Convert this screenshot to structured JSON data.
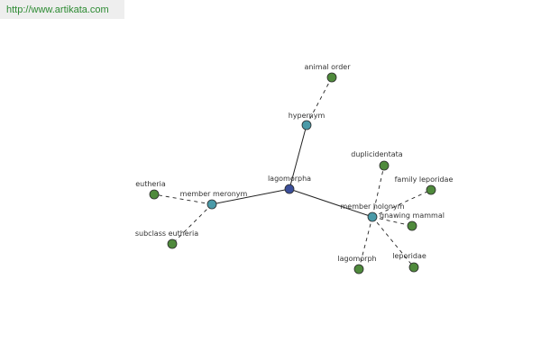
{
  "header": {
    "url": "http://www.artikata.com"
  },
  "colors": {
    "center": "#3b4f9a",
    "relation": "#4a9aa8",
    "leaf": "#4f8a3c",
    "edge": "#222222",
    "url": "#2c8a32"
  },
  "graph": {
    "nodes": [
      {
        "id": "lagomorpha",
        "label": "lagomorpha",
        "kind": "center"
      },
      {
        "id": "hypernym",
        "label": "hypernym",
        "kind": "relation"
      },
      {
        "id": "member-meronym",
        "label": "member meronym",
        "kind": "relation"
      },
      {
        "id": "member-holonym",
        "label": "member holonym",
        "kind": "relation"
      },
      {
        "id": "animal-order",
        "label": "animal order",
        "kind": "leaf"
      },
      {
        "id": "eutheria",
        "label": "eutheria",
        "kind": "leaf"
      },
      {
        "id": "subclass-eutheria",
        "label": "subclass eutheria",
        "kind": "leaf"
      },
      {
        "id": "duplicidentata",
        "label": "duplicidentata",
        "kind": "leaf"
      },
      {
        "id": "family-leporidae",
        "label": "family leporidae",
        "kind": "leaf"
      },
      {
        "id": "gnawing-mammal",
        "label": "gnawing mammal",
        "kind": "leaf"
      },
      {
        "id": "lagomorph",
        "label": "lagomorph",
        "kind": "leaf"
      },
      {
        "id": "leporidae",
        "label": "leporidae",
        "kind": "leaf"
      }
    ],
    "edges": [
      {
        "from": "lagomorpha",
        "to": "hypernym",
        "style": "solid"
      },
      {
        "from": "lagomorpha",
        "to": "member-meronym",
        "style": "solid"
      },
      {
        "from": "lagomorpha",
        "to": "member-holonym",
        "style": "solid"
      },
      {
        "from": "hypernym",
        "to": "animal-order",
        "style": "dashed"
      },
      {
        "from": "member-meronym",
        "to": "eutheria",
        "style": "dashed"
      },
      {
        "from": "member-meronym",
        "to": "subclass-eutheria",
        "style": "dashed"
      },
      {
        "from": "member-holonym",
        "to": "duplicidentata",
        "style": "dashed"
      },
      {
        "from": "member-holonym",
        "to": "family-leporidae",
        "style": "dashed"
      },
      {
        "from": "member-holonym",
        "to": "gnawing-mammal",
        "style": "dashed"
      },
      {
        "from": "member-holonym",
        "to": "lagomorph",
        "style": "dashed"
      },
      {
        "from": "member-holonym",
        "to": "leporidae",
        "style": "dashed"
      }
    ]
  }
}
